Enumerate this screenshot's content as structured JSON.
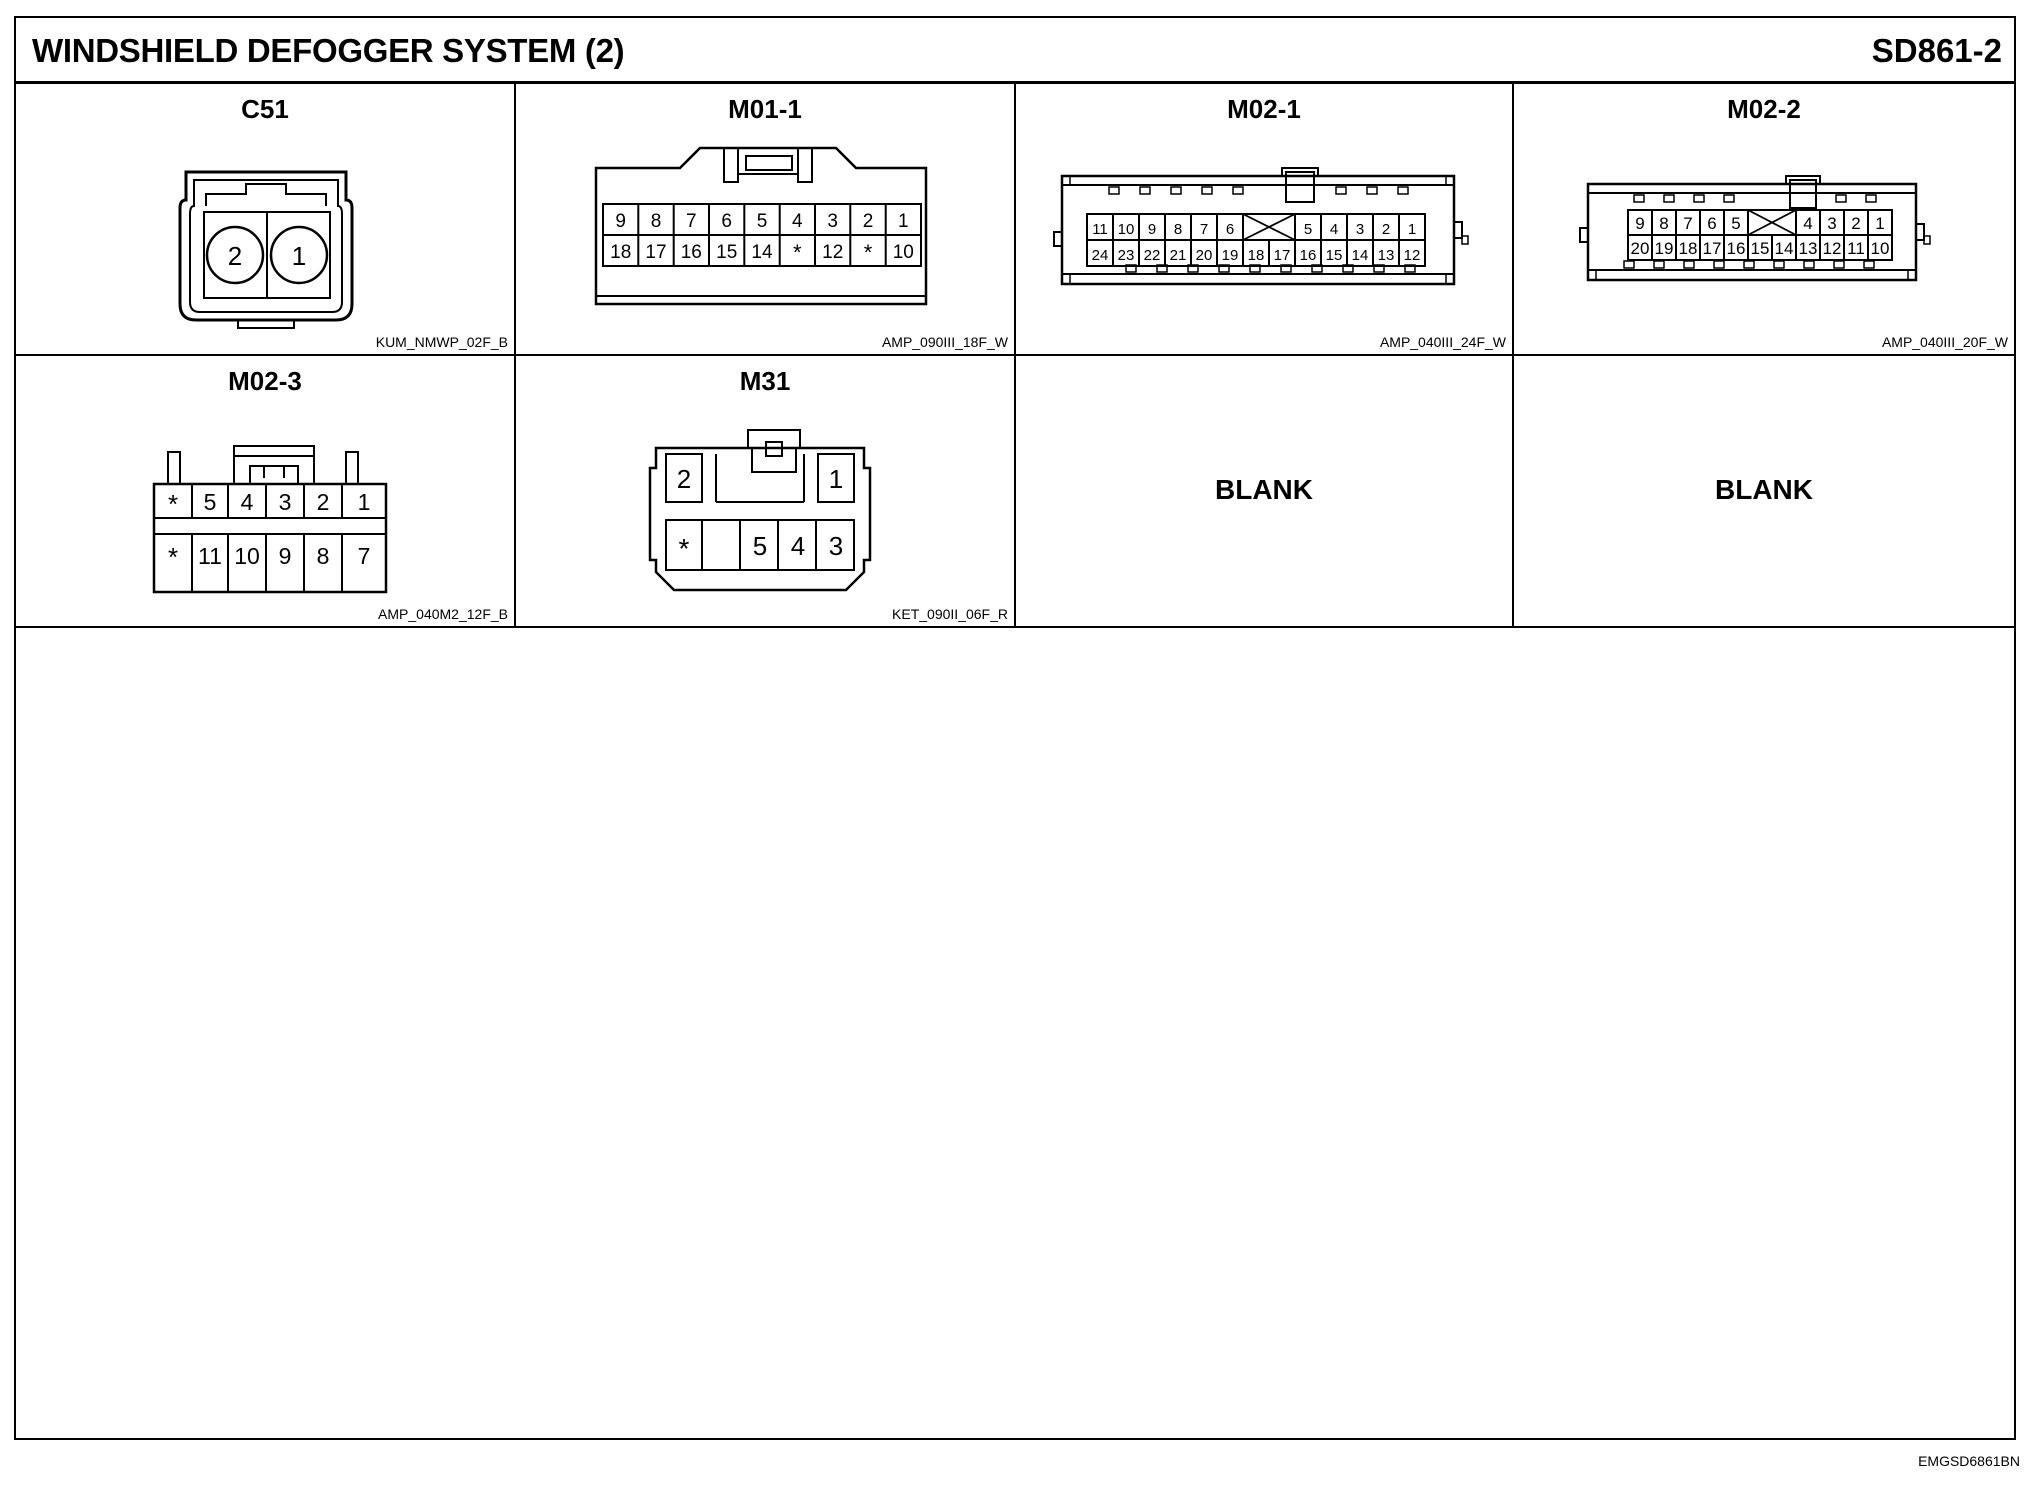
{
  "header": {
    "title": "WINDSHIELD DEFOGGER SYSTEM (2)",
    "code": "SD861-2"
  },
  "connectors": [
    {
      "id": "C51",
      "part": "KUM_NMWP_02F_B",
      "pins": [
        "2",
        "1"
      ]
    },
    {
      "id": "M01-1",
      "part": "AMP_090III_18F_W",
      "row1": [
        "9",
        "8",
        "7",
        "6",
        "5",
        "4",
        "3",
        "2",
        "1"
      ],
      "row2": [
        "18",
        "17",
        "16",
        "15",
        "14",
        "*",
        "12",
        "*",
        "10"
      ]
    },
    {
      "id": "M02-1",
      "part": "AMP_040III_24F_W",
      "row1": [
        "11",
        "10",
        "9",
        "8",
        "7",
        "6",
        "",
        "5",
        "4",
        "3",
        "2",
        "1"
      ],
      "row2": [
        "24",
        "23",
        "22",
        "21",
        "20",
        "19",
        "18",
        "17",
        "16",
        "15",
        "14",
        "13",
        "12"
      ]
    },
    {
      "id": "M02-2",
      "part": "AMP_040III_20F_W",
      "row1": [
        "9",
        "8",
        "7",
        "6",
        "5",
        "",
        "4",
        "3",
        "2",
        "1"
      ],
      "row2": [
        "20",
        "19",
        "18",
        "17",
        "16",
        "15",
        "14",
        "13",
        "12",
        "11",
        "10"
      ]
    },
    {
      "id": "M02-3",
      "part": "AMP_040M2_12F_B",
      "row1": [
        "*",
        "5",
        "4",
        "3",
        "2",
        "1"
      ],
      "row2": [
        "*",
        "11",
        "10",
        "9",
        "8",
        "7"
      ]
    },
    {
      "id": "M31",
      "part": "KET_090II_06F_R",
      "row1": [
        "2",
        "1"
      ],
      "row2": [
        "*",
        "5",
        "4",
        "3"
      ]
    }
  ],
  "blank_label": "BLANK",
  "footer": {
    "code": "EMGSD6861BN"
  }
}
